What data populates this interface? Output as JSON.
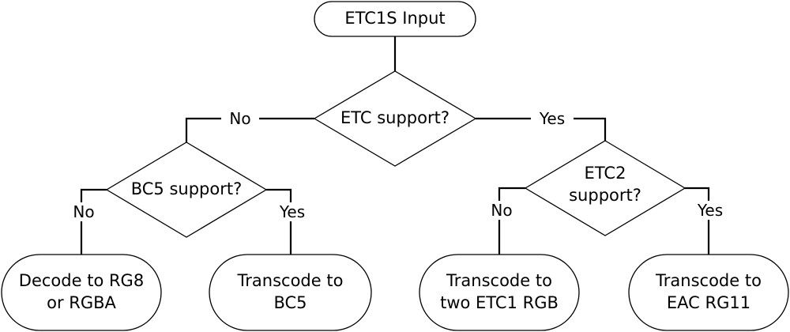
{
  "diagram": {
    "nodes": {
      "input": "ETC1S Input",
      "etc_support": "ETC support?",
      "bc5_support": "BC5 support?",
      "etc2_support": "ETC2\nsupport?",
      "decode_rg8": "Decode to RG8\nor RGBA",
      "transcode_bc5": "Transcode to\nBC5",
      "transcode_etc1": "Transcode to\ntwo ETC1 RGB",
      "transcode_eac": "Transcode to\nEAC RG11"
    },
    "edge_labels": {
      "etc_no": "No",
      "etc_yes": "Yes",
      "bc5_no": "No",
      "bc5_yes": "Yes",
      "etc2_no": "No",
      "etc2_yes": "Yes"
    }
  }
}
